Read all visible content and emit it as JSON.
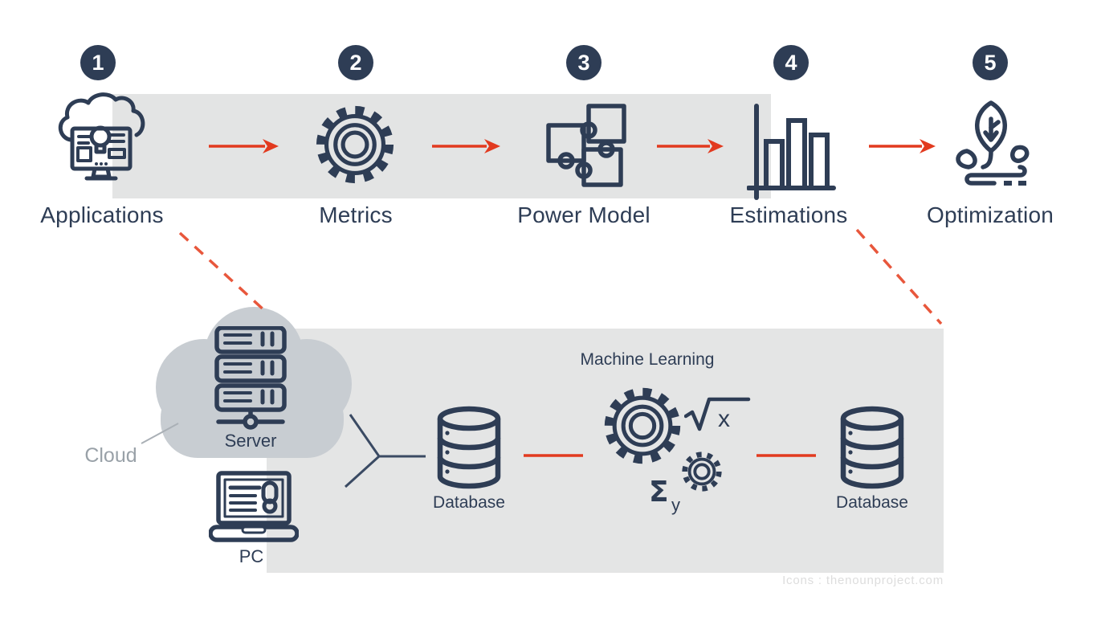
{
  "steps": [
    {
      "number": "1",
      "label": "Applications"
    },
    {
      "number": "2",
      "label": "Metrics"
    },
    {
      "number": "3",
      "label": "Power Model"
    },
    {
      "number": "4",
      "label": "Estimations"
    },
    {
      "number": "5",
      "label": "Optimization"
    }
  ],
  "pipeline": {
    "cloud_label": "Cloud",
    "server_label": "Server",
    "pc_label": "PC",
    "database_left_label": "Database",
    "database_right_label": "Database",
    "ml_title": "Machine Learning",
    "ml_sqrt_x": "x",
    "ml_sigma": "Σ",
    "ml_sigma_sub": "y"
  },
  "credit": "Icons : thenounproject.com",
  "colors": {
    "navy": "#2e3d55",
    "arrow_red": "#e23a1f",
    "dashed_red": "#e8573c",
    "band_gray": "#e3e4e4",
    "panel_gray": "#e4e5e5",
    "cloud_gray": "#c8cdd2",
    "muted_text_gray": "#99a1a8",
    "credit_gray": "#dddddd"
  }
}
